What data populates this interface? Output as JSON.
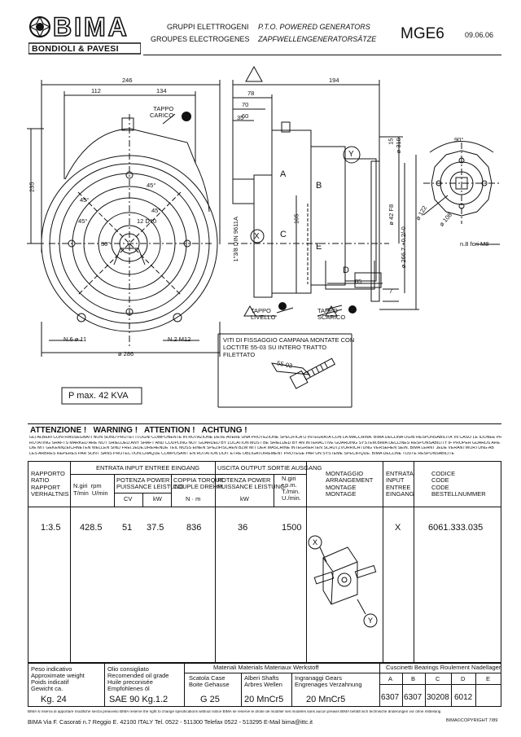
{
  "header": {
    "brand": "BIMA",
    "brand_sub": "BONDIOLI & PAVESI",
    "it_line": "GRUPPI ELETTROGENI",
    "fr_line": "GROUPES ELECTROGENES",
    "en_line": "P.T.O. POWERED GENERATORS",
    "de_line": "ZAPFWELLENGENERATORSÄTZE",
    "model": "MGE6",
    "date": "09.06.06"
  },
  "drawing": {
    "dims": {
      "d246": "246",
      "d112": "112",
      "d134": "134",
      "d235": "235",
      "d286": "ø 286",
      "d194": "194",
      "d78": "78",
      "d70": "70",
      "d60": "60",
      "d35": "35",
      "d15": "15",
      "d310": "ø 310",
      "d42": "ø 42 F8",
      "d266": "ø 266.7 +0.2/-0",
      "d105": "105",
      "d85": "85",
      "d7": "7",
      "d90": "90°",
      "d122": "ø 122",
      "d108": "ø 108",
      "d12": "12 D10",
      "d45a": "45°",
      "d45b": "45°",
      "d45c": "45°",
      "d45d": "45°",
      "d30": "30°",
      "n6": "N.6 ø 11",
      "n2": "N.2 M12",
      "n8": "n.8 fori M8",
      "thread": "1\"3/8 DIN 9611A"
    },
    "labels": {
      "tappo_carico": "TAPPO\nCARICO",
      "tappo_livello": "TAPPO\nLIVELLO",
      "tappo_scarico": "TAPPO\nSCARICO",
      "a": "A",
      "b": "B",
      "c": "C",
      "d": "D",
      "e": "E",
      "x": "X",
      "y": "Y"
    },
    "note": "VITI DI FISSAGGIO CAMPANA MONTATE CON LOCTITE 55-03 SU INTERO TRATTO FILETTATO",
    "loctite": "55-03",
    "pmax": "P max. 42 KVA"
  },
  "warning": {
    "title": "ATTENZIONE !   WARNING !   ATTENTION !   ACHTUNG !",
    "lines": [
      "GLI ALBERI CONTRASSEGNATI  NON SONO PROTETTI.OGNI COMPONENTE IN ROTAZIONE DEVE AVERE UNA PROTEZIONE SPECIFICA O INTEGRATA CON LA MACCHINA. BIMA DECLINA OGNI RESPONSABILITA' IN CASO LE IDONEE PROTEZIONI NON SIANO PREVISTE",
      "ROTATING SHAFTS MARKED  ARE NOT SHIELDED.ANY SHAFT AND COUPLING NOT GUARDED BY LOCATION MUST BE SHIELDED BY AN INTERACTIVE GUARDING SYSTEM.BIMA DECLINES RESPONSABILITY IF PROPER GUARDS ARE NOT PROVIDED AND MAINTAINED",
      "DIE MIT GEKENNZEICHNETEN  WELLEN SIND FREI.JEDE.DREHENDE TEIL MUSS EINEN SPEZIFISCHEN BZW MIT DER MASCHINE INTEGRIERTEN SCHUTZVORRICHTUNG VERSEHEN SEIN. BIMA LEHNT JEDE VERANTWORTUNG AB",
      "LES ARBRES REPERES PAR  SONT SANS PROTECTION.CHAQUE COMPOSANT EN ROTATION DOIT ETRE OBLIGATOIREMENT PROTEGE PAR UN SYSTEME SPECIFIQUE. BIMA DECLINE TOUTE RESPONSABILITE"
    ]
  },
  "table": {
    "rapporto": "RAPPORTO\nRATIO\nRAPPORT\nVERHALTNIS",
    "entrata_header": "ENTRATA INPUT ENTREE EINGANG",
    "ngiri": "N.giri  rpm\nT/min  U/min",
    "potenza_in": "POTENZA POWER\nPUISSANCE LEISTUNG",
    "cv": "CV",
    "kw": "kW",
    "coppia": "COPPIA TORQUE\nCOUPLE DREHM.",
    "nm": "N · m",
    "uscita_header": "USCITA OUTPUT SORTIE AUSGANG",
    "potenza_out": "POTENZA POWER\nPUISSANCE LEISTUNG",
    "kw2": "kW",
    "ngiri2": "N.giri\nr.p.m.\nT./min.\nU./min.",
    "montaggio": "MONTAGGIO\nARRANGEMENT\nMONTAGE\nMONTAGE",
    "entrata": "ENTRATA\nINPUT\nENTREE\nEINGANG",
    "codice": "CODICE\nCODE\nCODE\nBESTELLNUMMER",
    "row": {
      "ratio": "1:3.5",
      "rpm_in": "428.5",
      "cv": "51",
      "kw": "37.5",
      "torque": "836",
      "kw_out": "36",
      "rpm_out": "1500",
      "input": "X",
      "code": "6061.333.035"
    }
  },
  "bottom": {
    "peso_labels": "Peso indicativo\nApproximate weight\nPoids indicatif\nGewicht ca.",
    "peso": "Kg. 24",
    "olio_labels": "Olio consigliato\nRecomended oil grade\nHuile preconisée\nEmpfohlenes öl",
    "olio": "SAE 90 Kg.1.2",
    "materiali": "Materiali Materials Materiaux Werkstoff",
    "cassa_l": "Scatola Case\nBoite Gehause",
    "cassa": "G 25",
    "alberi_l": "Alberi Shafts\nArbres Wellen",
    "alberi": "20 MnCr5",
    "ingr_l": "Ingranaggi Gears\nEngrenages Verzahnung",
    "ingr": "20 MnCr5",
    "cusc": "Cuscinetti Bearings Roulement Nadellager",
    "bearing_heads": [
      "A",
      "B",
      "C",
      "D",
      "E"
    ],
    "bearings": [
      "6307",
      "6307",
      "30208",
      "6012",
      ""
    ]
  },
  "footer": {
    "disclaimer": "BIMA si riserva di apportare modifiche senza preavviso   BIMA reserve the right to change specifications without notice   BIMA se reserve le droite de modifier ses modeles sans aucun preavis   BIMA behält sich technische änderungen vor ohne mitteilung",
    "address": "BIMA Via F. Casorati n.7 Reggio E. 42100 ITALY Tel. 0522 - 511300  Telefax 0522 - 513295   E-Mail bima@ittc.it",
    "copyright": "BIMA©COPYRIGHT 7/89"
  }
}
